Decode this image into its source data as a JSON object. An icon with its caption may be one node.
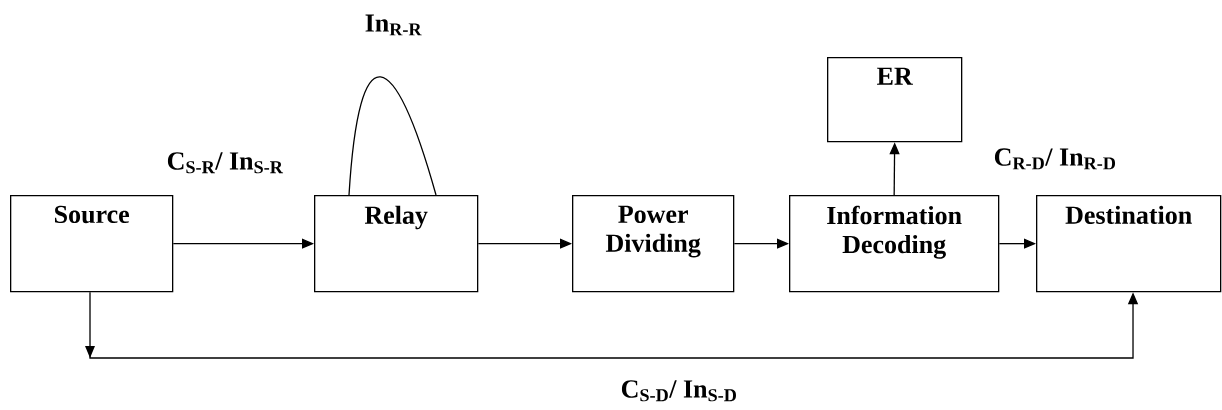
{
  "diagram": {
    "nodes": [
      {
        "text": [
          "Source"
        ]
      },
      {
        "text": [
          "Relay"
        ]
      },
      {
        "text": [
          "Power Dividing"
        ]
      },
      {
        "text": [
          "Information Decoding"
        ]
      },
      {
        "text": [
          "ER"
        ]
      },
      {
        "text": [
          "Destination"
        ]
      }
    ],
    "edges": [
      {
        "from": 0,
        "to": 1,
        "arrow": "to",
        "label": "C$_{S-R}$/ In$_{S-R}$"
      },
      {
        "from": 1,
        "to": 1,
        "arrow": "none",
        "label": "In$_{R-R}$"
      },
      {
        "from": 1,
        "to": 2,
        "arrow": "to"
      },
      {
        "from": 2,
        "to": 3,
        "arrow": "to"
      },
      {
        "from": 3,
        "to": 4,
        "arrow": "to"
      },
      {
        "from": 3,
        "to": 5,
        "arrow": "to",
        "label": "C$_{R-D}$/ In$_{R-D}$"
      },
      {
        "from": 0,
        "to": 5,
        "arrow": "to",
        "label": "C$_{S-D}$/ In$_{S-D}$"
      }
    ]
  }
}
